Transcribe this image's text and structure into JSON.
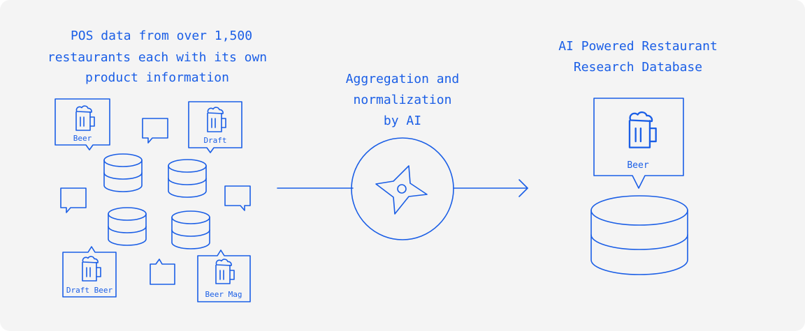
{
  "sources": {
    "caption": [
      "POS data from over 1,500",
      "restaurants each with its own",
      "product information"
    ],
    "tags": [
      "Beer",
      "Draft",
      "Draft Beer",
      "Beer Mag"
    ]
  },
  "process": {
    "caption": [
      "Aggregation and",
      "normalization",
      "by AI"
    ]
  },
  "result": {
    "caption": [
      "AI Powered Restaurant",
      "Research Database"
    ],
    "tag": "Beer"
  },
  "colors": {
    "accent": "#1a5ee6",
    "background": "#f4f4f4"
  },
  "icons": [
    "mug-icon",
    "database-icon",
    "chat-bubble-icon",
    "ninja-star-icon",
    "arrow-right-icon"
  ]
}
